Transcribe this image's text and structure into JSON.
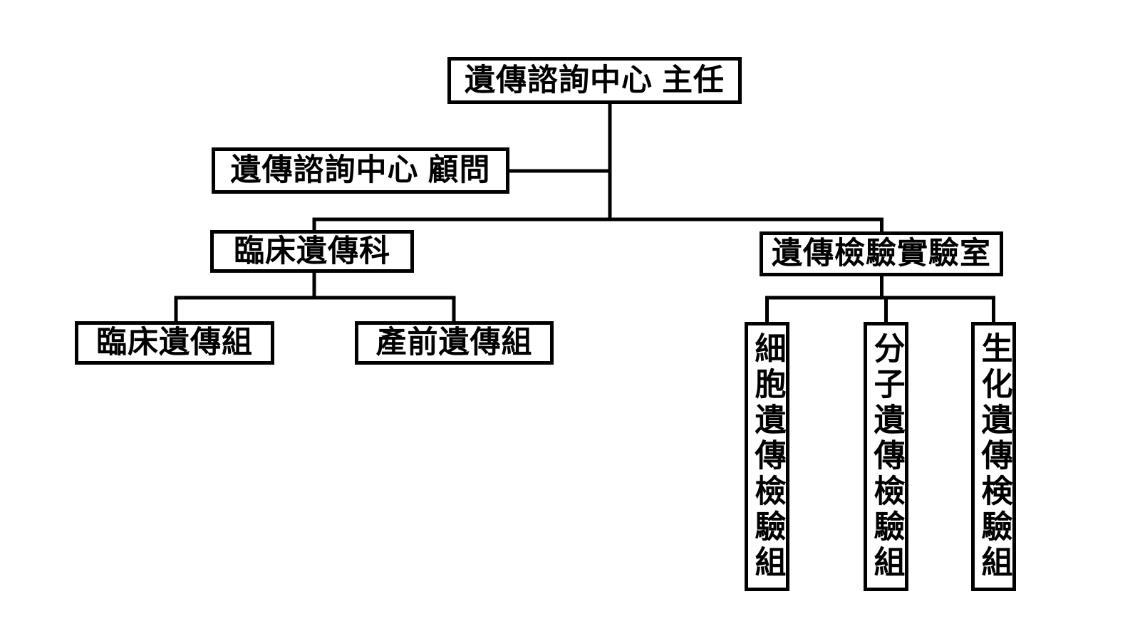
{
  "diagram": {
    "type": "org-chart",
    "background_color": "#ffffff",
    "line_color": "#000000",
    "box_border_color": "#000000",
    "box_fill_color": "#ffffff",
    "text_color": "#000000",
    "nodes": {
      "director": {
        "label": "遺傳諮詢中心 主任"
      },
      "consultant": {
        "label": "遺傳諮詢中心 顧問"
      },
      "clinical_dept": {
        "label": "臨床遺傳科"
      },
      "lab": {
        "label": "遺傳檢驗實驗室"
      },
      "clinical_group": {
        "label": "臨床遺傳組"
      },
      "prenatal_group": {
        "label": "產前遺傳組"
      },
      "cytogenetics_group": {
        "label": "細胞遺傳檢驗組",
        "orientation": "vertical"
      },
      "molecular_group": {
        "label": "分子遺傳檢驗組",
        "orientation": "vertical"
      },
      "biochemical_group": {
        "label": "生化遺傳検驗組",
        "orientation": "vertical"
      }
    },
    "edges": [
      {
        "from": "director",
        "to": "consultant",
        "style": "side-link"
      },
      {
        "from": "director",
        "to": "clinical_dept"
      },
      {
        "from": "director",
        "to": "lab"
      },
      {
        "from": "clinical_dept",
        "to": "clinical_group"
      },
      {
        "from": "clinical_dept",
        "to": "prenatal_group"
      },
      {
        "from": "lab",
        "to": "cytogenetics_group"
      },
      {
        "from": "lab",
        "to": "molecular_group"
      },
      {
        "from": "lab",
        "to": "biochemical_group"
      }
    ]
  }
}
